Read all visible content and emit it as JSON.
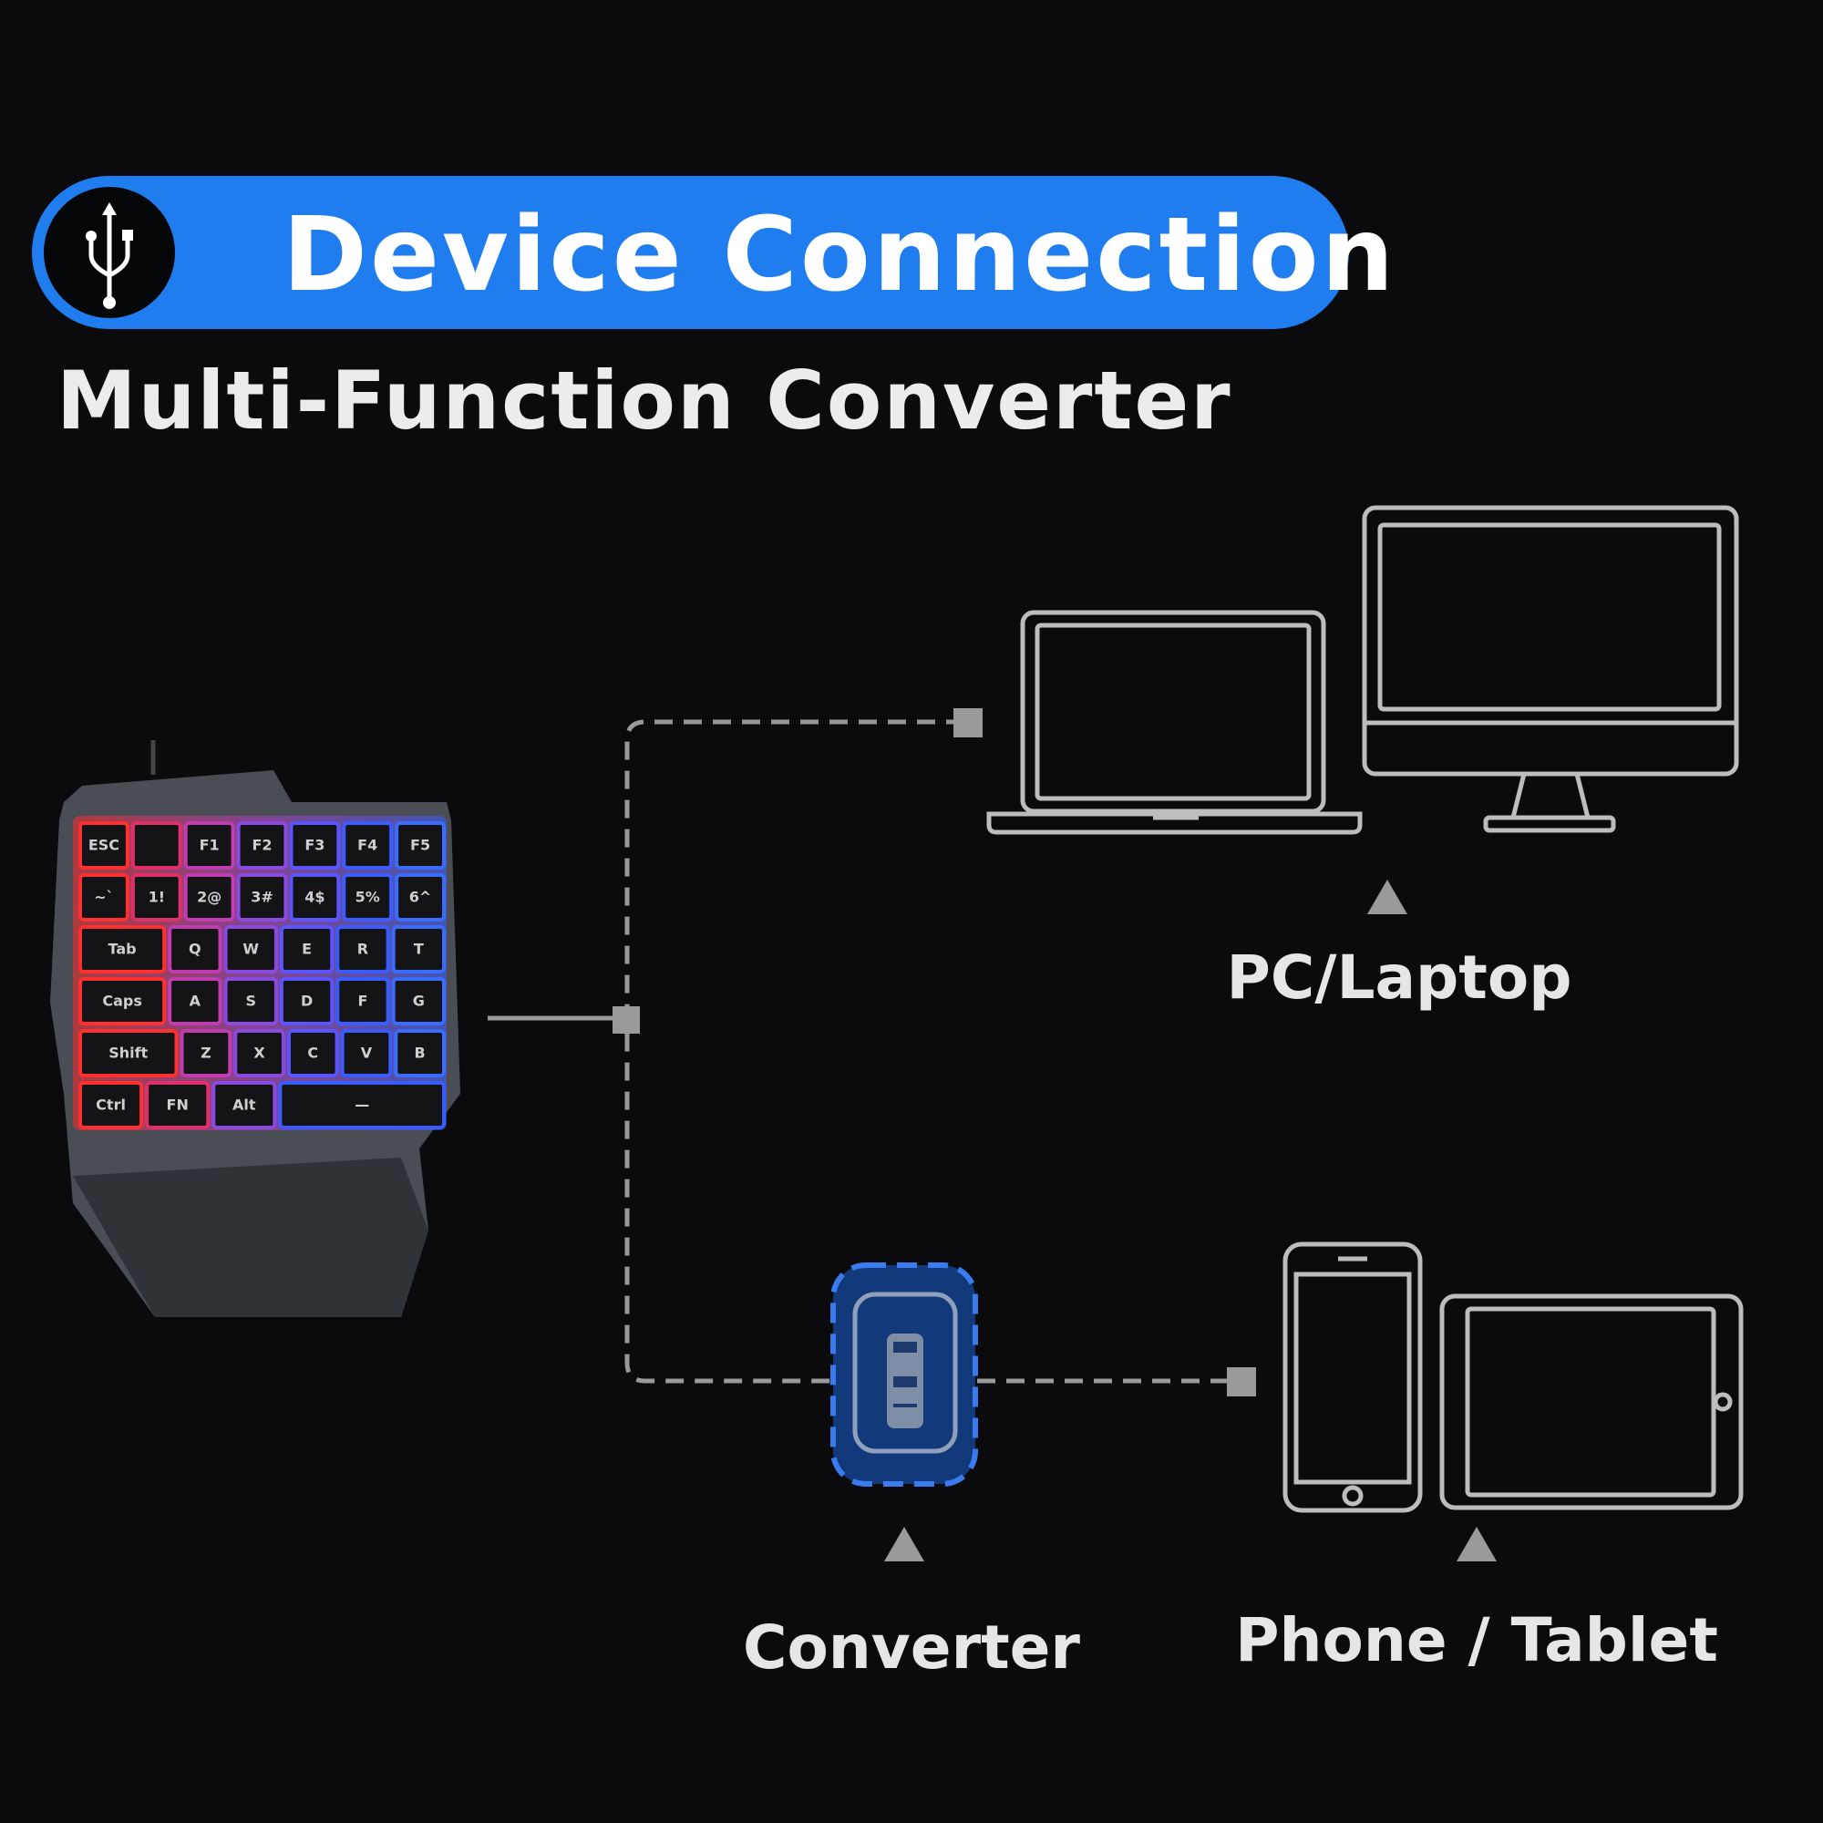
{
  "header": {
    "title": "Device Connection",
    "subtitle": "Multi-Function Converter",
    "icon": "usb-icon",
    "accent_color": "#1f7df0"
  },
  "diagram": {
    "source": "One-handed RGB keyboard",
    "targets": [
      {
        "label": "PC/Laptop",
        "icons": [
          "laptop-icon",
          "monitor-icon"
        ]
      },
      {
        "label": "Converter",
        "icons": [
          "converter-icon"
        ]
      },
      {
        "label": "Phone / Tablet",
        "icons": [
          "phone-icon",
          "tablet-icon"
        ]
      }
    ]
  },
  "keyboard": {
    "rows": [
      [
        "ESC",
        "",
        "F1",
        "F2",
        "F3",
        "F4",
        "F5"
      ],
      [
        "~`",
        "1!",
        "2@",
        "3#",
        "4$",
        "5%",
        "6^"
      ],
      [
        "Tab",
        "Q",
        "W",
        "E",
        "R",
        "T"
      ],
      [
        "Caps",
        "A",
        "S",
        "D",
        "F",
        "G"
      ],
      [
        "Shift",
        "Z",
        "X",
        "C",
        "V",
        "B"
      ],
      [
        "Ctrl",
        "FN",
        "Alt",
        "—"
      ]
    ]
  }
}
